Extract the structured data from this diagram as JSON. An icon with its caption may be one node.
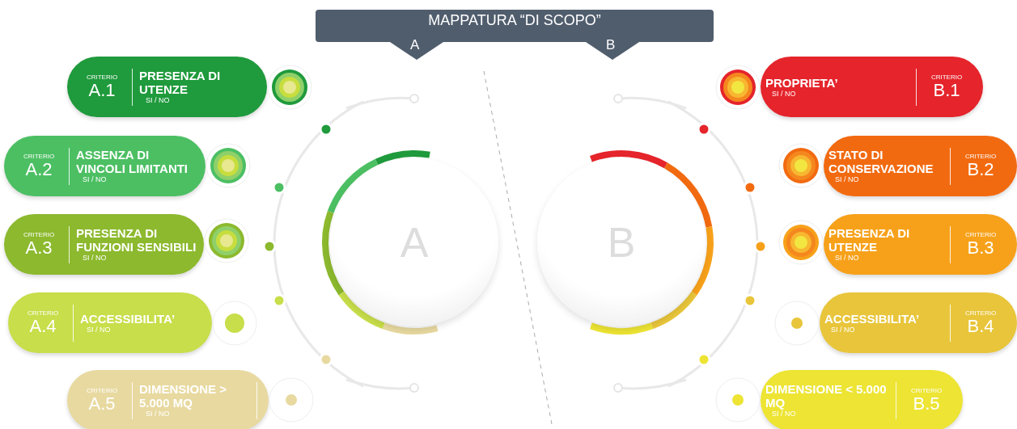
{
  "diagram": {
    "title": "MAPPATURA “DI SCOPO”",
    "nodes": [
      {
        "text": [
          "A"
        ]
      },
      {
        "text": [
          "B"
        ]
      },
      {
        "text": [
          "CRITERIO",
          "A.1",
          "PRESENZA DI UTENZE",
          "SI / NO"
        ]
      },
      {
        "text": [
          "CRITERIO",
          "A.2",
          "ASSENZA DI VINCOLI LIMITANTI",
          "SI / NO"
        ]
      },
      {
        "text": [
          "CRITERIO",
          "A.3",
          "PRESENZA DI FUNZIONI SENSIBILI",
          "SI / NO"
        ]
      },
      {
        "text": [
          "CRITERIO",
          "A.4",
          "ACCESSIBILITA’",
          "SI / NO"
        ]
      },
      {
        "text": [
          "CRITERIO",
          "A.5",
          "DIMENSIONE > 5.000 MQ",
          "SI / NO"
        ]
      },
      {
        "text": [
          "PROPRIETA’",
          "SI / NO",
          "CRITERIO",
          "B.1"
        ]
      },
      {
        "text": [
          "STATO DI CONSERVAZIONE",
          "SI / NO",
          "CRITERIO",
          "B.2"
        ]
      },
      {
        "text": [
          "PRESENZA DI UTENZE",
          "SI / NO",
          "CRITERIO",
          "B.3"
        ]
      },
      {
        "text": [
          "ACCESSIBILITA’",
          "SI / NO",
          "CRITERIO",
          "B.4"
        ]
      },
      {
        "text": [
          "DIMENSIONE < 5.000 MQ",
          "SI / NO",
          "CRITERIO",
          "B.5"
        ]
      }
    ],
    "labels": [
      "A",
      "B"
    ]
  }
}
